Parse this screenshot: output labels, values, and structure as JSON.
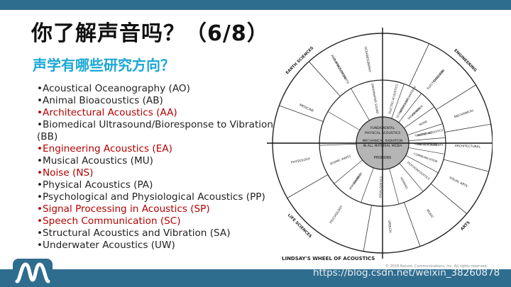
{
  "slide": {
    "title": "你了解声音吗？（6/8）",
    "subtitle": "声学有哪些研究方向？"
  },
  "topics": [
    {
      "text": "•Acoustical Oceanography (AO)",
      "highlight": false
    },
    {
      "text": "•Animal Bioacoustics (AB)",
      "highlight": false
    },
    {
      "text": "•Architectural Acoustics (AA)",
      "highlight": true
    },
    {
      "text": "•Biomedical Ultrasound/Bioresponse to Vibration (BB)",
      "highlight": false
    },
    {
      "text": "•Engineering Acoustics (EA)",
      "highlight": true
    },
    {
      "text": "•Musical Acoustics (MU)",
      "highlight": false
    },
    {
      "text": "•Noise (NS)",
      "highlight": true
    },
    {
      "text": "•Physical Acoustics (PA)",
      "highlight": false
    },
    {
      "text": "•Psychological and Physiological Acoustics (PP)",
      "highlight": false
    },
    {
      "text": "•Signal Processing in Acoustics (SP)",
      "highlight": true
    },
    {
      "text": "•Speech Communication (SC)",
      "highlight": true
    },
    {
      "text": "•Structural Acoustics and Vibration (SA)",
      "highlight": false
    },
    {
      "text": "•Underwater Acoustics (UW)",
      "highlight": false
    }
  ],
  "colors": {
    "highlight": "#b30000",
    "normal": "#222222",
    "bar": "#2f6d8f",
    "subtitle": "#1aa7d6"
  },
  "wheel": {
    "caption": "LINDSAY'S WHEEL OF ACOUSTICS",
    "center": {
      "lines": [
        "FUNDAMENTAL",
        "PHYSICAL ACOUSTICS",
        "MECHANICAL RADIATION",
        "IN ALL MATERIAL MEDIA"
      ],
      "phonons": "PHONONS"
    },
    "quadrants": [
      "EARTH SCIENCES",
      "ENGINEERING",
      "ARTS",
      "LIFE SCIENCES"
    ],
    "inner_ring": [
      "UNDERWATER SOUND",
      "ELECTRO ACOUSTICS",
      "SONIC AND ULTRASONIC ENGINEERING",
      "SHOCK AND VIBRATION",
      "NOISE",
      "ROOM AND THEATER ACOUSTICS",
      "MUSICAL SCALES AND INSTRUMENTS",
      "COMMUNICATION",
      "PSYCHOACOUSTICS",
      "HEARING",
      "BIOACOUSTICS",
      "SOUND IN ATMOSPHERE",
      "SEISMIC WAVES"
    ],
    "outer_ring": [
      "OCEANOGRAPHY",
      "ELECTRICAL AND CHEMICAL",
      "MECHANICAL",
      "ARCHITECTURAL",
      "VISUAL ARTS",
      "MUSIC",
      "SPEECH",
      "PSYCHOLOGY",
      "PHYSIOLOGY",
      "MEDICINE",
      "PHYSICS OF EARTH AND ATMOSPHERE"
    ]
  },
  "footer": {
    "watermark": "https://blog.csdn.net/weixin_38260878",
    "copyright": "© 2018 Nature. Communications, Inc. All rights reserved."
  }
}
